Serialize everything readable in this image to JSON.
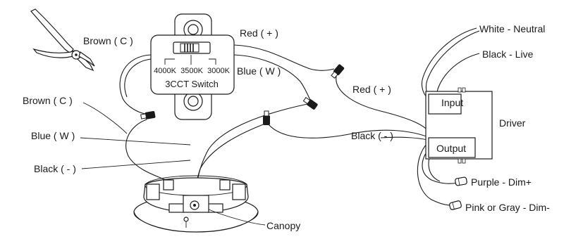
{
  "switch": {
    "positions": [
      "4000K",
      "3500K",
      "3000K"
    ],
    "title": "3CCT Switch"
  },
  "labels": {
    "brown_top": "Brown ( C )",
    "red_top": "Red ( + )",
    "blue_right": "Blue ( W )",
    "red_mid": "Red ( + )",
    "brown_left": "Brown ( C )",
    "blue_left": "Blue ( W )",
    "black_left": "Black ( - )",
    "black_mid": "Black ( - )",
    "canopy": "Canopy"
  },
  "driver": {
    "name": "Driver",
    "input": "Input",
    "output": "Output",
    "white": "White - Neutral",
    "black": "Black - Live",
    "purple": "Purple - Dim+",
    "pink": "Pink or Gray - Dim-"
  }
}
